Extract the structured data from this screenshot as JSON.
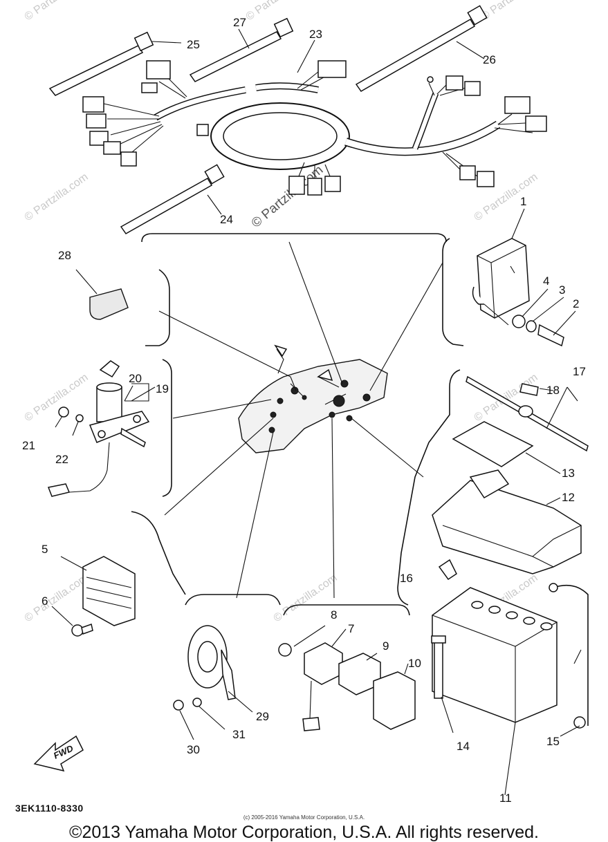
{
  "diagram": {
    "code": "3EK1110-8330",
    "fwd_label": "FWD",
    "watermark": "© Partzilla.com",
    "small_copyright": "(c) 2005-2016 Yamaha Motor Corporation, U.S.A.",
    "main_copyright": "©2013 Yamaha Motor Corporation, U.S.A. All rights reserved.",
    "callouts": [
      "1",
      "2",
      "3",
      "4",
      "5",
      "6",
      "7",
      "8",
      "9",
      "10",
      "11",
      "12",
      "13",
      "14",
      "15",
      "16",
      "17",
      "18",
      "19",
      "20",
      "21",
      "22",
      "23",
      "24",
      "25",
      "26",
      "27",
      "28",
      "29",
      "30",
      "31"
    ]
  }
}
